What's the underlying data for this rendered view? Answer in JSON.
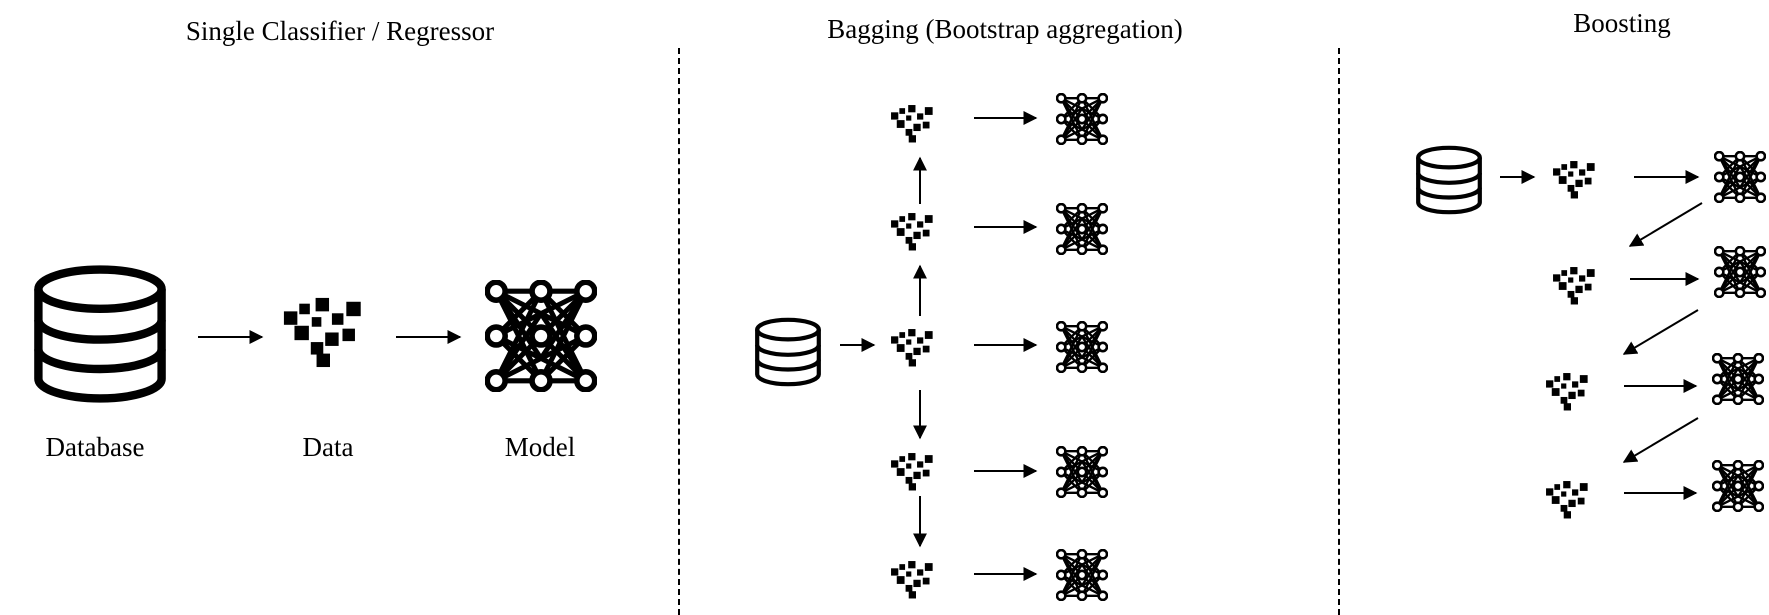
{
  "sections": [
    {
      "title": "Single Classifier / Regressor",
      "labels": {
        "database": "Database",
        "data": "Data",
        "model": "Model"
      }
    },
    {
      "title": "Bagging (Bootstrap aggregation)"
    },
    {
      "title": "Boosting"
    }
  ],
  "icons": {
    "database": "database-icon",
    "data": "data-points-icon",
    "model": "neural-network-icon"
  },
  "colors": {
    "ink": "#000000",
    "background": "#ffffff"
  }
}
